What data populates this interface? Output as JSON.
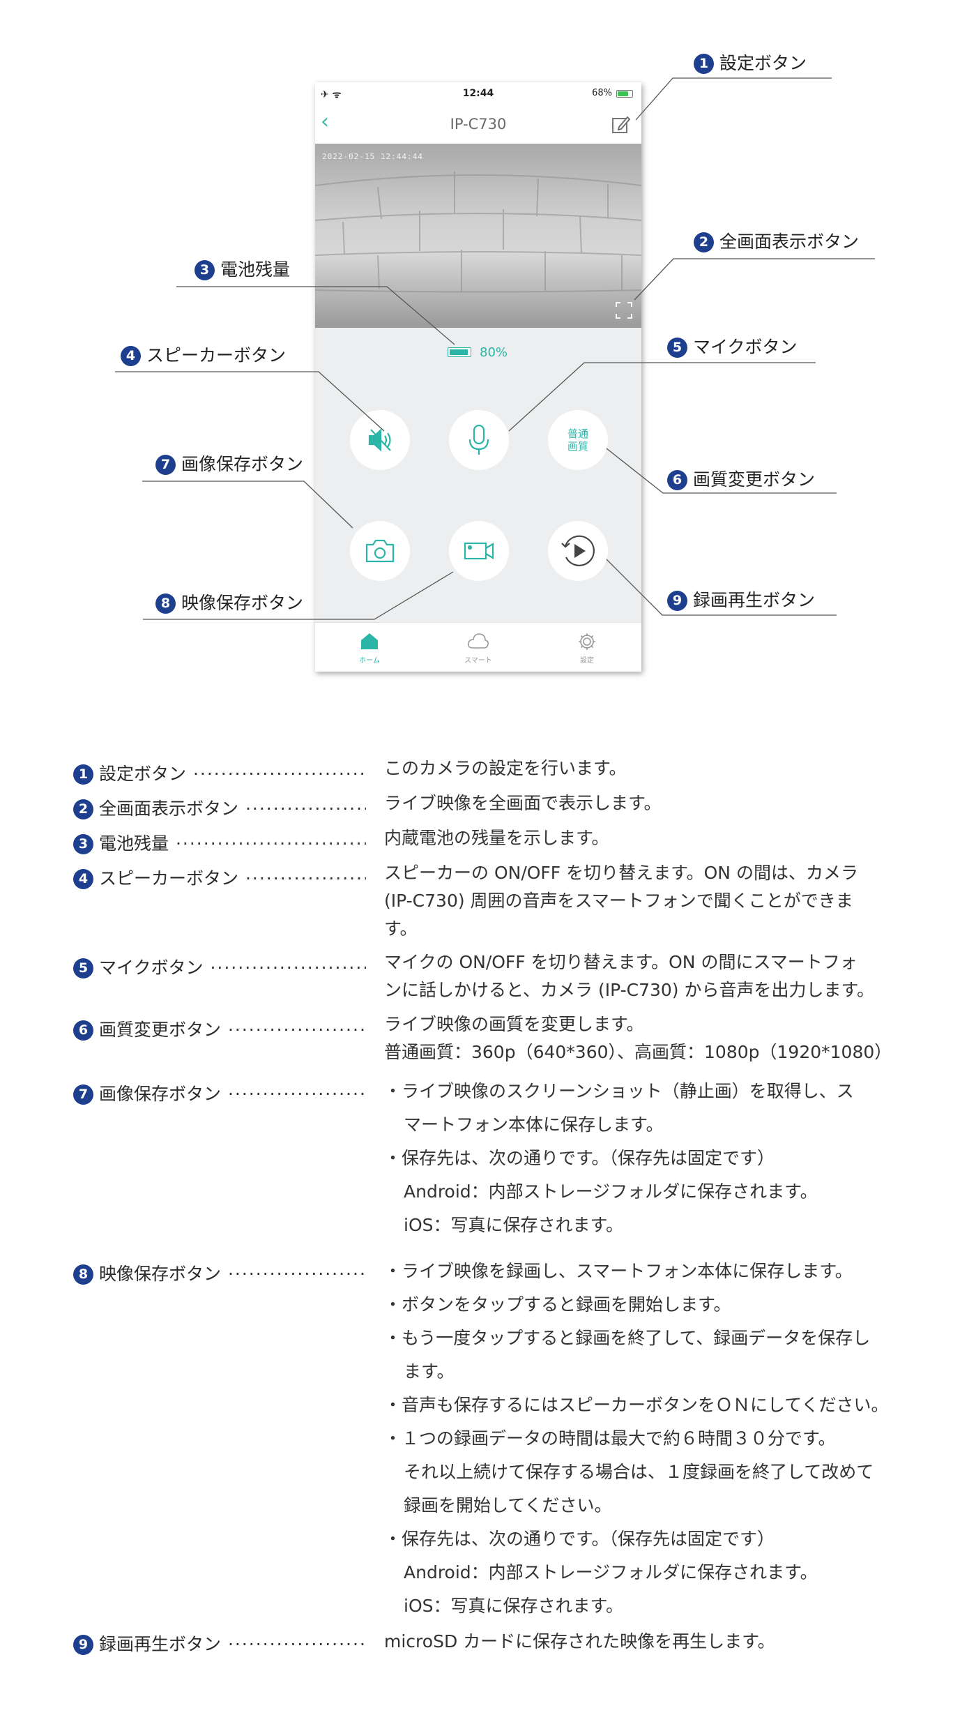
{
  "phone": {
    "status_left": "✈ ᯤ",
    "status_time": "12:44",
    "status_battery": "68%",
    "title": "IP-C730",
    "video_timestamp": "2022-02-15  12:44:44",
    "battery_percent": "80%",
    "battery_level": 0.8,
    "quality_button": [
      "普通",
      "画質"
    ],
    "tabs": [
      {
        "label": "ホーム",
        "icon": "home-icon"
      },
      {
        "label": "スマート",
        "icon": "cloud-icon"
      },
      {
        "label": "設定",
        "icon": "gear-icon"
      }
    ],
    "accent_color": "#2bb5a7"
  },
  "callouts": [
    {
      "num": "1",
      "label": "設定ボタン"
    },
    {
      "num": "2",
      "label": "全画面表示ボタン"
    },
    {
      "num": "3",
      "label": "電池残量"
    },
    {
      "num": "4",
      "label": "スピーカーボタン"
    },
    {
      "num": "5",
      "label": "マイクボタン"
    },
    {
      "num": "6",
      "label": "画質変更ボタン"
    },
    {
      "num": "7",
      "label": "画像保存ボタン"
    },
    {
      "num": "8",
      "label": "映像保存ボタン"
    },
    {
      "num": "9",
      "label": "録画再生ボタン"
    }
  ],
  "descriptions": [
    {
      "num": "1",
      "term": "設定ボタン",
      "lines": [
        "このカメラの設定を行います。"
      ]
    },
    {
      "num": "2",
      "term": "全画面表示ボタン",
      "lines": [
        "ライブ映像を全画面で表示します。"
      ]
    },
    {
      "num": "3",
      "term": "電池残量",
      "lines": [
        "内蔵電池の残量を示します。"
      ]
    },
    {
      "num": "4",
      "term": "スピーカーボタン",
      "lines": [
        "スピーカーの ON/OFF を切り替えます。ON の間は、カメラ",
        "(IP-C730) 周囲の音声をスマートフォンで聞くことができま",
        "す。"
      ]
    },
    {
      "num": "5",
      "term": "マイクボタン",
      "lines": [
        "マイクの ON/OFF を切り替えます。ON の間にスマートフォ",
        "ンに話しかけると、カメラ (IP-C730) から音声を出力します。"
      ]
    },
    {
      "num": "6",
      "term": "画質変更ボタン",
      "lines": [
        "ライブ映像の画質を変更します。",
        "普通画質：360p（640*360）、高画質：1080p（1920*1080）"
      ]
    },
    {
      "num": "7",
      "term": "画像保存ボタン",
      "lines": [
        "・ライブ映像のスクリーンショット（静止画）を取得し、ス",
        "  マートフォン本体に保存します。",
        "・保存先は、次の通りです。（保存先は固定です）",
        "  Android：内部ストレージフォルダに保存されます。",
        "  iOS：写真に保存されます。"
      ]
    },
    {
      "num": "8",
      "term": "映像保存ボタン",
      "lines": [
        "・ライブ映像を録画し、スマートフォン本体に保存します。",
        "・ボタンをタップすると録画を開始します。",
        "・もう一度タップすると録画を終了して、録画データを保存し",
        "  ます。",
        "・音声も保存するにはスピーカーボタンをＯＮにしてください。",
        "・１つの録画データの時間は最大で約６時間３０分です。",
        "  それ以上続けて保存する場合は、１度録画を終了して改めて",
        "  録画を開始してください。",
        "・保存先は、次の通りです。（保存先は固定です）",
        "  Android：内部ストレージフォルダに保存されます。",
        "  iOS：写真に保存されます。"
      ]
    },
    {
      "num": "9",
      "term": "録画再生ボタン",
      "lines": [
        "microSD カードに保存された映像を再生します。"
      ]
    }
  ],
  "colors": {
    "number_badge": "#1d3f8e",
    "accent": "#2bb5a7"
  }
}
